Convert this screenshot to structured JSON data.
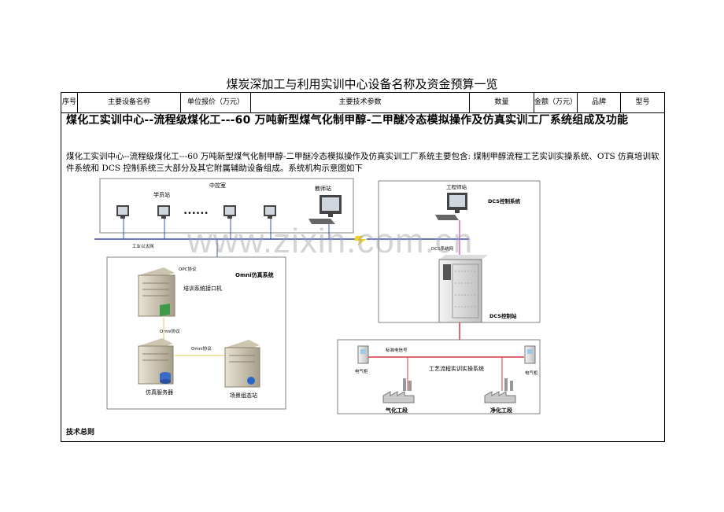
{
  "document": {
    "title": "煤炭深加工与利用实训中心设备名称及资金预算一览",
    "table_headers": {
      "seq": "序号",
      "name": "主要设备名称",
      "price": "单位报价（万元）",
      "params": "主要技术参数",
      "qty": "数量",
      "amount": "金额（万元）",
      "brand": "品牌",
      "model": "型号"
    },
    "section_title": "煤化工实训中心--流程级煤化工---60 万吨新型煤气化制甲醇-二甲醚冷态模拟操作及仿真实训工厂系统组成及功能",
    "intro_text": "煤化工实训中心--流程级煤化工---60 万吨新型煤气化制甲醇-二甲醚冷态模拟操作及仿真实训工厂系统主要包含: 煤制甲醇流程工艺实训实操系统、OTS 仿真培训软件系统和 DCS 控制系统三大部分及其它附属辅助设备组成。系统机构示意图如下",
    "footer_label": "技术总则",
    "watermark": "www.zixin.com.cn"
  },
  "diagram": {
    "control_room": "中控室",
    "students": "学员站",
    "dots": "••••••",
    "teacher": "教师站",
    "ethernet": "工业以太网",
    "engineer": "工程师站",
    "dcs_system": "DCS控制系统",
    "dcs_net": "DCS系统网",
    "dcs_station": "DCS控制站",
    "omni_system": "Omni仿真系统",
    "opc": "OPC协议",
    "train_interface": "培训系统接口机",
    "omni_proto1": "Omni协议",
    "omni_proto2": "Omni协议",
    "sim_server": "仿真服务器",
    "scene_station": "场景组态站",
    "signal": "标准电信号",
    "process": "工艺流程实训实操系统",
    "cabinet_left": "电气柜",
    "cabinet_right": "电气柜",
    "gasification": "气化工段",
    "purification": "净化工段"
  },
  "colors": {
    "ethernet_line": "#3a4fb5",
    "dcs_line": "#c96fbf",
    "signal_line": "#d9363e",
    "omni_line": "#e6c84a",
    "frame": "#808080"
  }
}
